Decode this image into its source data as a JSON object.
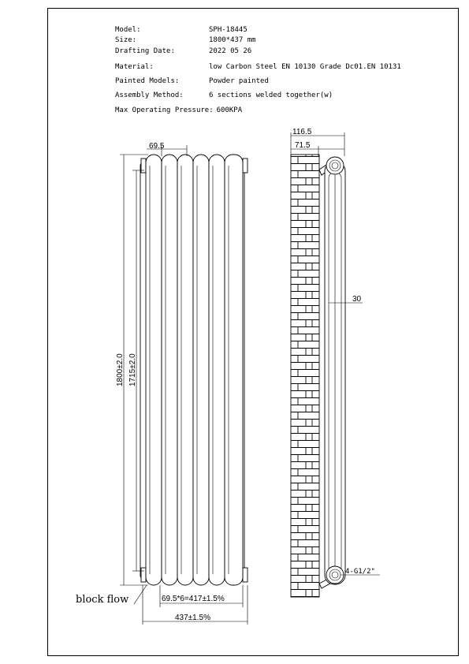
{
  "specs": {
    "model": {
      "label": "Model:",
      "value": "SPH-18445"
    },
    "size": {
      "label": "Size:",
      "value": "1800*437 mm"
    },
    "drafting_date": {
      "label": "Drafting Date:",
      "value": "2022 05 26"
    },
    "material": {
      "label": "Material:",
      "value": "low Carbon Steel  EN 10130 Grade Dc01.EN 10131"
    },
    "painted_models": {
      "label": "Painted Models:",
      "value": "Powder painted"
    },
    "assembly_method": {
      "label": "Assembly Method:",
      "value": "6 sections welded together(w)"
    },
    "max_pressure": {
      "label": "Max Operating Pressure:",
      "value": "600KPA"
    }
  },
  "front_view": {
    "section_count": 6,
    "dim_section_width": "69.5",
    "dim_height_total": "1800±2.0",
    "dim_height_inner": "1715±2.0",
    "dim_sections_total": "69.5*6=417±1.5%",
    "dim_overall_width": "437±1.5%",
    "flow_note": "block flow"
  },
  "side_view": {
    "dim_depth_total": "116.5",
    "dim_depth_inner": "71.5",
    "dim_tube_gap": "30",
    "connection_note": "4-G1/2\""
  }
}
